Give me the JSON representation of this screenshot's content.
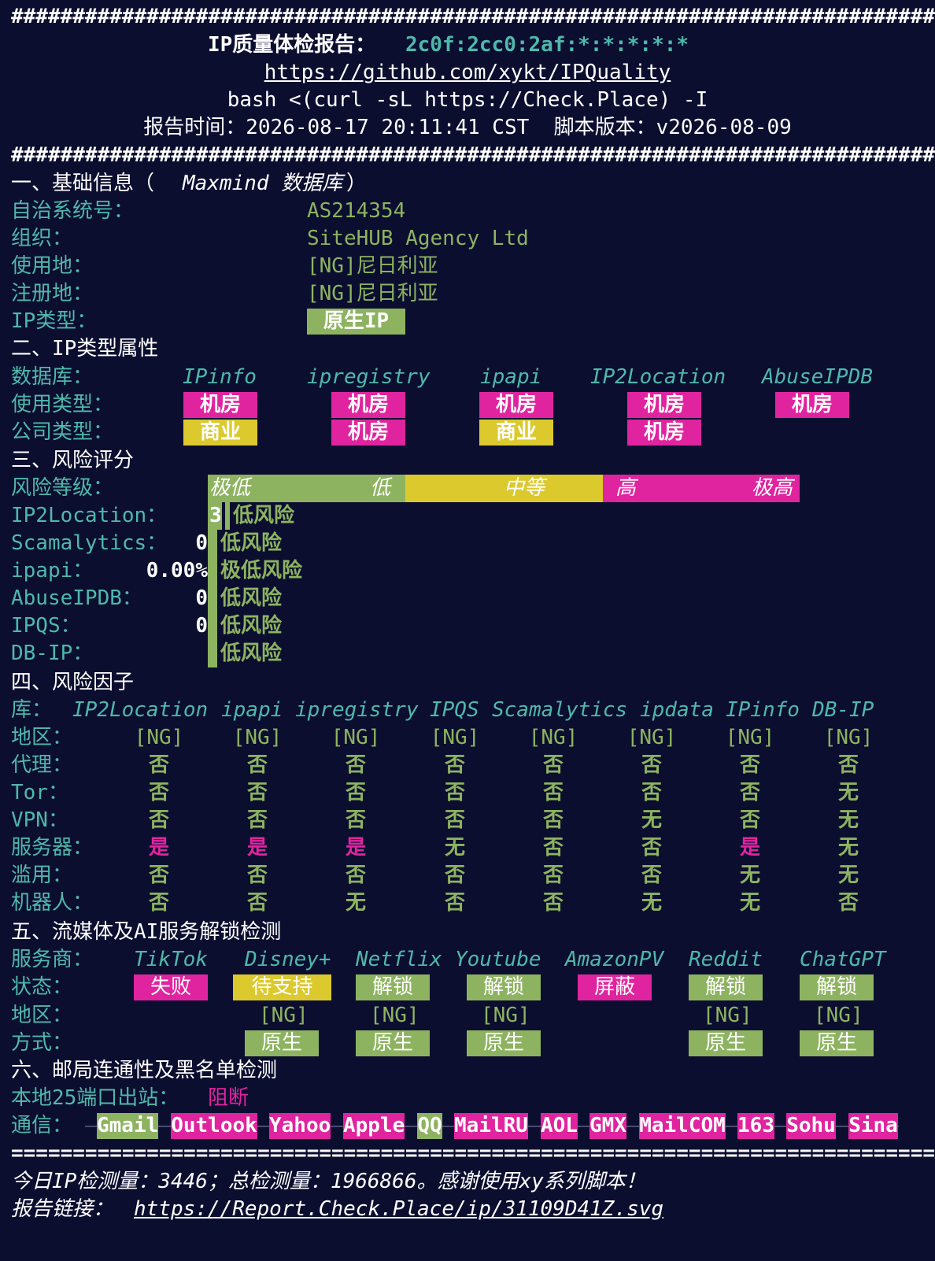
{
  "colors": {
    "background": "#0c0e30",
    "green": "#8db360",
    "teal": "#4fb8ab",
    "magenta": "#e0249f",
    "yellow": "#dcc92e",
    "white": "#ffffff"
  },
  "header": {
    "hash_rule": "#############################################################################",
    "title_label": "IP质量体检报告：",
    "ip_masked": "2c0f:2cc0:2af:*:*:*:*:*",
    "repo_url": "https://github.com/xykt/IPQuality",
    "command": "bash <(curl -sL https://Check.Place) -I",
    "report_time_line": "报告时间：2026-08-17 20:11:41 CST  脚本版本：v2026-08-09"
  },
  "section1": {
    "title_prefix": "一、基础信息（",
    "title_italic": "Maxmind 数据库",
    "title_suffix": "）",
    "asn_label": "自治系统号：",
    "asn_value": "AS214354",
    "org_label": "组织：",
    "org_value": "SiteHUB Agency Ltd",
    "usage_loc_label": "使用地：",
    "usage_loc_value": "[NG]尼日利亚",
    "reg_loc_label": "注册地：",
    "reg_loc_value": "[NG]尼日利亚",
    "ip_type_label": "IP类型：",
    "ip_type_value": "原生IP"
  },
  "section2": {
    "title": "二、IP类型属性",
    "db_label": "数据库：",
    "usage_type_label": "使用类型：",
    "company_type_label": "公司类型：",
    "databases": [
      {
        "name": "IPinfo",
        "usage": "机房",
        "company": "商业"
      },
      {
        "name": "ipregistry",
        "usage": "机房",
        "company": "机房"
      },
      {
        "name": "ipapi",
        "usage": "机房",
        "company": "商业"
      },
      {
        "name": "IP2Location",
        "usage": "机房",
        "company": "机房"
      },
      {
        "name": "AbuseIPDB",
        "usage": "机房",
        "company": ""
      }
    ]
  },
  "section3": {
    "title": "三、风险评分",
    "level_label": "风险等级：",
    "scale_labels": [
      "极低",
      "低",
      "中等",
      "高",
      "极高"
    ],
    "rows": [
      {
        "label": "IP2Location：",
        "score": "3",
        "text": "低风险"
      },
      {
        "label": "Scamalytics：",
        "score": "0",
        "text": "低风险"
      },
      {
        "label": "ipapi：",
        "score": "0.00%",
        "text": "极低风险"
      },
      {
        "label": "AbuseIPDB：",
        "score": "0",
        "text": "低风险"
      },
      {
        "label": "IPQS：",
        "score": "0",
        "text": "低风险"
      },
      {
        "label": "DB-IP：",
        "score": "",
        "text": "低风险"
      }
    ]
  },
  "section4": {
    "title": "四、风险因子",
    "lib_label": "库：",
    "libs": [
      "IP2Location",
      "ipapi",
      "ipregistry",
      "IPQS",
      "Scamalytics",
      "ipdata",
      "IPinfo",
      "DB-IP"
    ],
    "rows": [
      {
        "label": "地区：",
        "values": [
          "[NG]",
          "[NG]",
          "[NG]",
          "[NG]",
          "[NG]",
          "[NG]",
          "[NG]",
          "[NG]"
        ]
      },
      {
        "label": "代理：",
        "values": [
          "否",
          "否",
          "否",
          "否",
          "否",
          "否",
          "否",
          "否"
        ]
      },
      {
        "label": "Tor：",
        "values": [
          "否",
          "否",
          "否",
          "否",
          "否",
          "否",
          "否",
          "无"
        ]
      },
      {
        "label": "VPN：",
        "values": [
          "否",
          "否",
          "否",
          "否",
          "否",
          "无",
          "否",
          "无"
        ]
      },
      {
        "label": "服务器：",
        "values": [
          "是",
          "是",
          "是",
          "无",
          "否",
          "否",
          "是",
          "无"
        ]
      },
      {
        "label": "滥用：",
        "values": [
          "否",
          "否",
          "否",
          "否",
          "否",
          "否",
          "无",
          "无"
        ]
      },
      {
        "label": "机器人：",
        "values": [
          "否",
          "否",
          "无",
          "否",
          "否",
          "无",
          "无",
          "否"
        ]
      }
    ]
  },
  "section5": {
    "title": "五、流媒体及AI服务解锁检测",
    "provider_label": "服务商：",
    "status_label": "状态：",
    "region_label": "地区：",
    "method_label": "方式：",
    "services": [
      {
        "name": "TikTok",
        "status": "失败",
        "region": "",
        "method": ""
      },
      {
        "name": "Disney+",
        "status": "待支持",
        "region": "[NG]",
        "method": "原生"
      },
      {
        "name": "Netflix",
        "status": "解锁",
        "region": "[NG]",
        "method": "原生"
      },
      {
        "name": "Youtube",
        "status": "解锁",
        "region": "[NG]",
        "method": "原生"
      },
      {
        "name": "AmazonPV",
        "status": "屏蔽",
        "region": "",
        "method": ""
      },
      {
        "name": "Reddit",
        "status": "解锁",
        "region": "[NG]",
        "method": "原生"
      },
      {
        "name": "ChatGPT",
        "status": "解锁",
        "region": "[NG]",
        "method": "原生"
      }
    ]
  },
  "section6": {
    "title": "六、邮局连通性及黑名单检测",
    "port25_label": "本地25端口出站：",
    "port25_value": "阻断",
    "comm_label": "通信：",
    "providers": [
      {
        "name": "Gmail",
        "status": "green"
      },
      {
        "name": "Outlook",
        "status": "magenta"
      },
      {
        "name": "Yahoo",
        "status": "magenta"
      },
      {
        "name": "Apple",
        "status": "magenta"
      },
      {
        "name": "QQ",
        "status": "green"
      },
      {
        "name": "MailRU",
        "status": "magenta"
      },
      {
        "name": "AOL",
        "status": "magenta"
      },
      {
        "name": "GMX",
        "status": "magenta"
      },
      {
        "name": "MailCOM",
        "status": "magenta"
      },
      {
        "name": "163",
        "status": "magenta"
      },
      {
        "name": "Sohu",
        "status": "magenta"
      },
      {
        "name": "Sina",
        "status": "magenta"
      }
    ]
  },
  "footer": {
    "eq_rule": "=============================================================================",
    "stats_line": "今日IP检测量：3446；总检测量：1966866。感谢使用xy系列脚本！",
    "report_label": "报告链接：",
    "report_url": "https://Report.Check.Place/ip/31109D41Z.svg"
  }
}
